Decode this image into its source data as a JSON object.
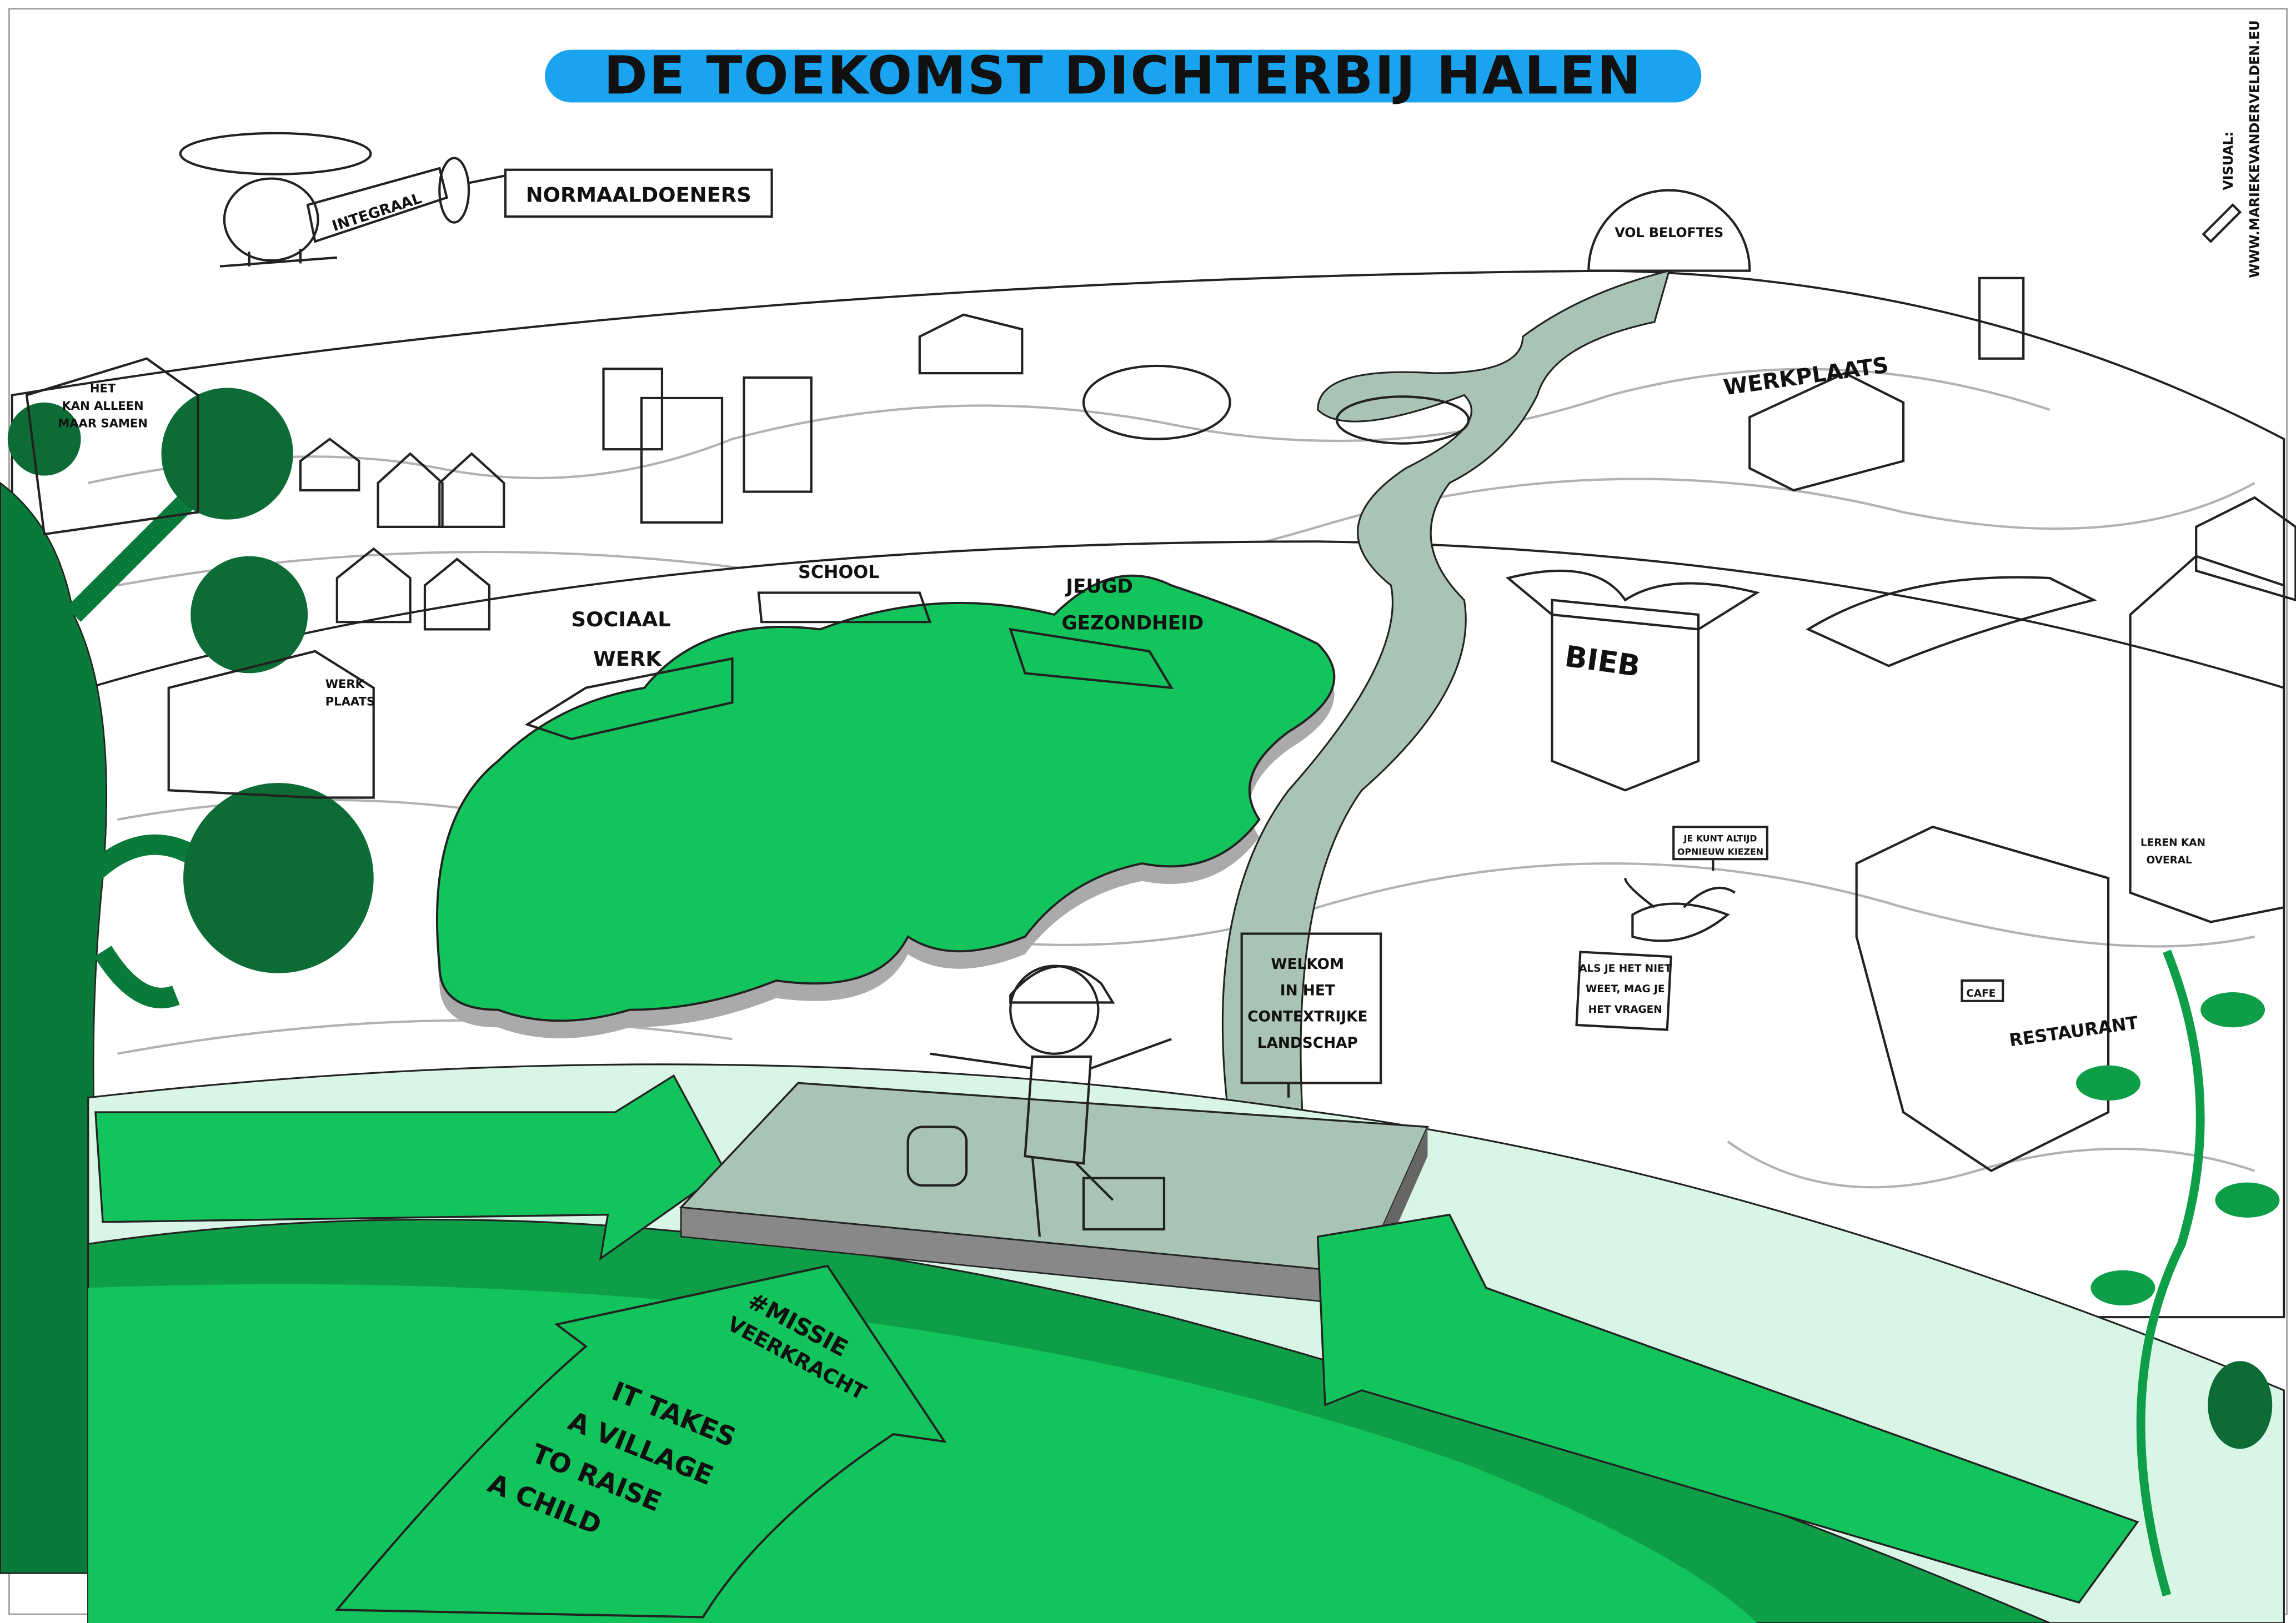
{
  "title": "DE TOEKOMST DICHTERBIJ HALEN",
  "credit": {
    "label": "VISUAL:",
    "url": "WWW.MARIEKEVANDERVELDEN.EU"
  },
  "helicopter": {
    "body_text": "INTEGRAAL",
    "banner": "NORMAALDOENERS"
  },
  "sun_label": "VOL BELOFTES",
  "treehouse_sign": [
    "HET",
    "KAN ALLEEN",
    "MAAR SAMEN"
  ],
  "werkplaats_top": "WERKPLAATS",
  "werkplaats_left": [
    "WERK",
    "PLAATS"
  ],
  "island": {
    "sociaal_werk": [
      "SOCIAAL",
      "WERK"
    ],
    "school": "SCHOOL",
    "jeugd_gezondheid": [
      "JEUGD",
      "GEZONDHEID"
    ]
  },
  "bieb": "BIEB",
  "signs": {
    "opnieuw_kiezen": [
      "JE KUNT ALTIJD",
      "OPNIEUW KIEZEN"
    ],
    "vragen": [
      "ALS JE HET NIET",
      "WEET, MAG JE",
      "HET VRAGEN"
    ],
    "welkom": [
      "WELKOM",
      "IN HET",
      "CONTEXTRIJKE",
      "LANDSCHAP"
    ],
    "leren_kan_overal": [
      "LEREN KAN",
      "OVERAL"
    ]
  },
  "restaurant": {
    "cafe": "CAFE",
    "name": "RESTAURANT"
  },
  "big_arrow": {
    "hashtag": [
      "#MISSIE",
      "VEERKRACHT"
    ],
    "slogan": [
      "IT TAKES",
      "A VILLAGE",
      "TO RAISE",
      "A CHILD"
    ]
  },
  "colors": {
    "green": "#13c45c",
    "dark_green": "#0a8f3f",
    "mint": "#d9f5e6",
    "title_blue": "#1aa3ee",
    "sign_blue": "#1a9ff0",
    "path_grey": "#a9c4b4"
  }
}
